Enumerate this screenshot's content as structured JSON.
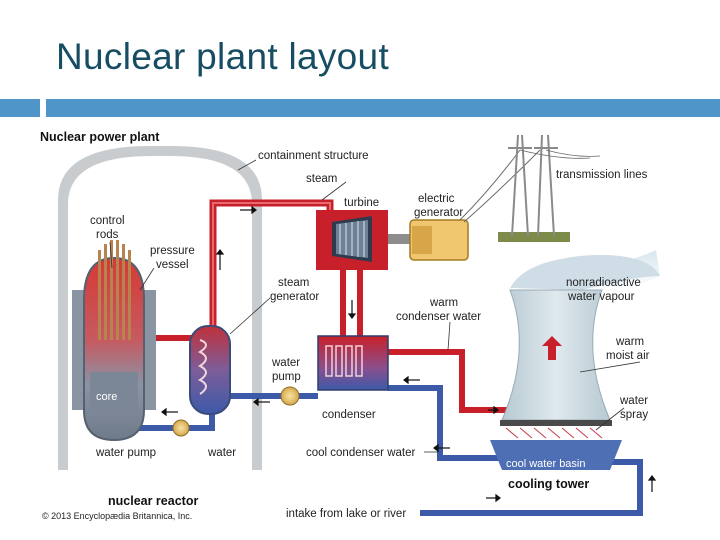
{
  "slide": {
    "title": "Nuclear plant layout"
  },
  "diagram": {
    "heading": "Nuclear power plant",
    "labels": {
      "containment_structure": "containment structure",
      "steam": "steam",
      "turbine": "turbine",
      "electric_generator_1": "electric",
      "electric_generator_2": "generator",
      "transmission_lines": "transmission lines",
      "control_rods_1": "control",
      "control_rods_2": "rods",
      "pressure_vessel_1": "pressure",
      "pressure_vessel_2": "vessel",
      "steam_generator_1": "steam",
      "steam_generator_2": "generator",
      "warm_condenser_water_1": "warm",
      "warm_condenser_water_2": "condenser water",
      "nonradioactive_vapour_1": "nonradioactive",
      "nonradioactive_vapour_2": "water vapour",
      "warm_moist_air_1": "warm",
      "warm_moist_air_2": "moist air",
      "water_pump_1": "water",
      "water_pump_2": "pump",
      "core": "core",
      "condenser": "condenser",
      "water_spray_1": "water",
      "water_spray_2": "spray",
      "water_pump_bottom": "water pump",
      "water": "water",
      "cool_condenser_water": "cool condenser water",
      "cool_water_basin": "cool water basin",
      "cooling_tower": "cooling tower",
      "nuclear_reactor": "nuclear reactor",
      "intake": "intake from lake or river",
      "copyright": "© 2013 Encyclopædia Britannica, Inc."
    }
  },
  "colors": {
    "title": "#174d62",
    "accent_bar": "#4f95c8",
    "hot_pipe": "#c8202a",
    "cool_pipe": "#3c5aa8",
    "containment": "#c9cccf"
  }
}
